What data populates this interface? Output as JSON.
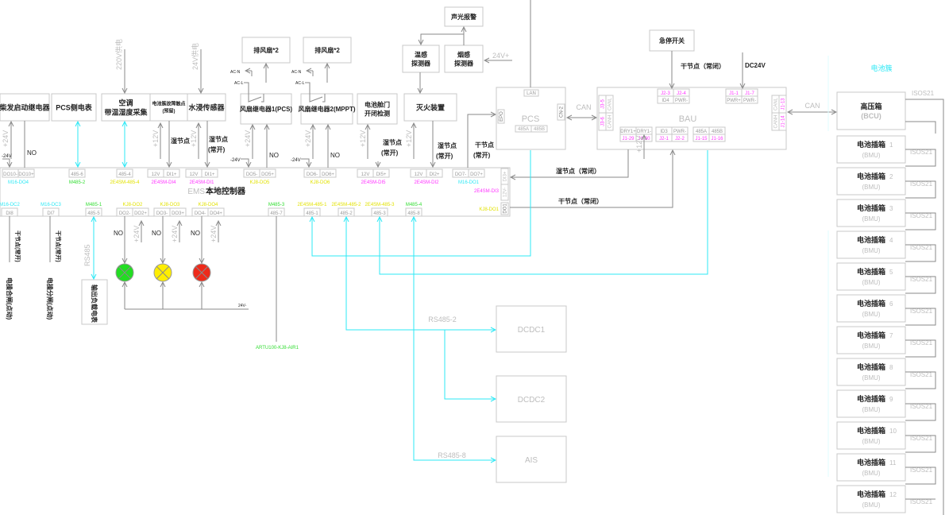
{
  "ems": {
    "prefix": "EMS",
    "name": "本地控制器",
    "top_terminals": [
      {
        "pins": [
          "DO10-",
          "DO10+"
        ],
        "label": "M16-DO4",
        "color": "cyan"
      },
      {
        "pins": [
          "485-6"
        ],
        "label": "M485-2",
        "color": "green"
      },
      {
        "pins": [
          "485-4"
        ],
        "label": "2E4SM-485-4",
        "color": "yellow"
      },
      {
        "pins": [
          "12V",
          "DI1+"
        ],
        "label": "2E4SM-DI4",
        "color": "magenta"
      },
      {
        "pins": [
          "12V",
          "DI1+"
        ],
        "label": "2E4SM-DI1",
        "color": "magenta"
      },
      {
        "pins": [
          "DO5-",
          "DO5+"
        ],
        "label": "KJ8-DO5",
        "color": "yellow"
      },
      {
        "pins": [
          "DO6-",
          "DO6+"
        ],
        "label": "KJ8-DO6",
        "color": "yellow"
      },
      {
        "pins": [
          "12V",
          "DI5+"
        ],
        "label": "2E4SM-DI5",
        "color": "magenta"
      },
      {
        "pins": [
          "12V",
          "DI2+"
        ],
        "label": "2E4SM-DI2",
        "color": "magenta"
      },
      {
        "pins": [
          "DO7-",
          "DO7+"
        ],
        "label": "M16-DO1",
        "color": "cyan"
      }
    ],
    "bottom_terminals": [
      {
        "pins": [
          "DI8"
        ],
        "label": "M16-DC2",
        "color": "cyan"
      },
      {
        "pins": [
          "DI7"
        ],
        "label": "M16-DC3",
        "color": "cyan"
      },
      {
        "pins": [
          "485-5"
        ],
        "label": "M485-1",
        "color": "green"
      },
      {
        "pins": [
          "DO2-",
          "DO2+"
        ],
        "label": "KJ8-DO2",
        "color": "yellow"
      },
      {
        "pins": [
          "DO3-",
          "DO3+"
        ],
        "label": "KJ8-DO3",
        "color": "yellow"
      },
      {
        "pins": [
          "DO4-",
          "DO4+"
        ],
        "label": "KJ8-DO4",
        "color": "yellow"
      },
      {
        "pins": [
          "485-7"
        ],
        "label": "M485-3",
        "color": "green"
      },
      {
        "pins": [
          "485-1"
        ],
        "label": "2E4SM-485-1",
        "color": "yellow"
      },
      {
        "pins": [
          "485-2"
        ],
        "label": "2E4SM-485-2",
        "color": "yellow"
      },
      {
        "pins": [
          "485-3"
        ],
        "label": "2E4SM-485-3",
        "color": "yellow"
      },
      {
        "pins": [
          "485-8"
        ],
        "label": "M485-4",
        "color": "green"
      }
    ],
    "side_terminal": {
      "pins": [
        "DI3+",
        "12V-"
      ],
      "label": "2E4SM-DI3",
      "color": "magenta"
    },
    "do1_terminal": {
      "pins": [
        "DO1"
      ],
      "label": "KJ8-DO1",
      "color": "yellow"
    }
  },
  "devices": {
    "diesel_relay": "柴发启动继电器",
    "pcs_meter": "PCS侧电表",
    "ac": [
      "空调",
      "带温湿度采集"
    ],
    "cluster_fault": [
      "电池簇故障触点",
      "(预留)"
    ],
    "water_sensor": "水浸传感器",
    "fan_relay1": "风扇继电器1(PCS)",
    "fan_relay2": "风扇继电器2(MPPT)",
    "door_detect": [
      "电池舱门",
      "开闭检测"
    ],
    "fire": "灭火装置",
    "exhaust_fan1": "排风扇*2",
    "exhaust_fan2": "排风扇*2",
    "alarm": "声光报警",
    "temp_detector": [
      "温感",
      "探测器"
    ],
    "smoke_detector": [
      "烟感",
      "探测器"
    ],
    "estop": "急停开关",
    "load_meter": "输出负载电表",
    "dcdc1": "DCDC1",
    "dcdc2": "DCDC2",
    "ais": "AIS"
  },
  "pcs": {
    "name": "PCS",
    "lan": "LAN",
    "epo": "EPO",
    "cn": "CN-2",
    "a": "485A",
    "b": "485B"
  },
  "bau": {
    "name": "BAU",
    "top1": [
      "J2-3",
      "J2-4",
      "ID4",
      "PWR-"
    ],
    "top2": [
      "J1-1",
      "J1-7",
      "PWR+",
      "PWR-"
    ],
    "bottom1": [
      "DRY1+",
      "DRY1-",
      "J1-29",
      "J1-30"
    ],
    "bottom2": [
      "ID3",
      "PWR-",
      "J2-1",
      "J2-2"
    ],
    "bottom3": [
      "485A",
      "485B",
      "J1-15",
      "J1-16"
    ],
    "left": [
      "J3-5",
      "CANL",
      "J3-6",
      "CANH"
    ],
    "right": [
      "CANL",
      "J1-13",
      "CANH",
      "J1-14"
    ]
  },
  "cluster": {
    "label": "电池簇",
    "hv_box": [
      "高压箱",
      "(BCU)"
    ],
    "bmu_sub": "(BMU)",
    "isos": "ISOS21",
    "bmus": [
      {
        "name": "电池插箱",
        "index": "1"
      },
      {
        "name": "电池插箱",
        "index": "2"
      },
      {
        "name": "电池插箱",
        "index": "3"
      },
      {
        "name": "电池插箱",
        "index": "4"
      },
      {
        "name": "电池插箱",
        "index": "5"
      },
      {
        "name": "电池插箱",
        "index": "6"
      },
      {
        "name": "电池插箱",
        "index": "7"
      },
      {
        "name": "电池插箱",
        "index": "8"
      },
      {
        "name": "电池插箱",
        "index": "9"
      },
      {
        "name": "电池插箱",
        "index": "10"
      },
      {
        "name": "电池插箱",
        "index": "11"
      },
      {
        "name": "电池插箱",
        "index": "12"
      }
    ]
  },
  "wires": {
    "plus24": "+24V",
    "minus24": "-24V",
    "plus12": "+12V",
    "no": "NO",
    "wet": "湿节点",
    "normally_open": "(常开)",
    "dry": "干节点",
    "wet_nc": "湿节点（常闭）",
    "dry_nc": "干节点（常闭）",
    "estop_dry_nc": "干节点（常闭）",
    "dc24": "DC24V",
    "can": "CAN",
    "ac_n": "AC-N",
    "ac_l": "AC-L",
    "v220": "220V供电",
    "v24": "24V供电",
    "v24plus": "24V+",
    "rs485": "RS485",
    "rs485_2": "RS485-2",
    "rs485_8": "RS485-8",
    "dry_open_v": "干节点(常开)",
    "close_cmd": "电操合闸(点动)",
    "open_cmd": "电操分闸(点动)",
    "minus24b": "24V-",
    "artu": "ARTU100-KJ8-AIR1"
  },
  "colors": {
    "cyan": "#2ee8f5",
    "green": "#33dd33",
    "yellow": "#e2e200",
    "magenta": "#ff33ff",
    "lamp_green": "#22dd22",
    "lamp_yellow": "#ffee00",
    "lamp_red": "#ee2a1a",
    "wire": "#8a8a8a",
    "box": "#c8c8c8",
    "faint_text": "#bdbdbd"
  }
}
